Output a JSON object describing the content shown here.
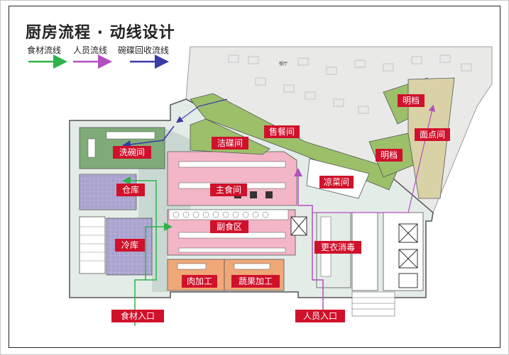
{
  "title": "厨房流程 · 动线设计",
  "legend": [
    {
      "label": "食材流线",
      "color": "#2db34a"
    },
    {
      "label": "人员流线",
      "color": "#b34fc0"
    },
    {
      "label": "碗碟回收流线",
      "color": "#3a3aa8"
    }
  ],
  "rooms": {
    "wash_dish": "洗碗间",
    "clean_dish": "洁碟间",
    "sale_meal": "售餐间",
    "open_stall_1": "明档",
    "open_stall_2": "明档",
    "pastry": "面点间",
    "main_food": "主食间",
    "side_food": "副食区",
    "cold_dish": "凉菜间",
    "storage": "仓库",
    "cold_storage": "冷库",
    "meat": "肉加工",
    "veg": "蔬果加工",
    "changing": "更衣消毒",
    "food_entry": "食材入口",
    "staff_entry": "人员入口",
    "hall": "餐厅"
  },
  "colors": {
    "green_zone": "#9cbf6a",
    "wash_zone": "#7fab79",
    "pink_zone": "#f2b6c6",
    "purple_zone": "#a9a3cf",
    "orange_zone": "#f0a878",
    "khaki_zone": "#d9d2a6",
    "corridor": "#c9d8d2",
    "label_red": "#d0112b"
  }
}
